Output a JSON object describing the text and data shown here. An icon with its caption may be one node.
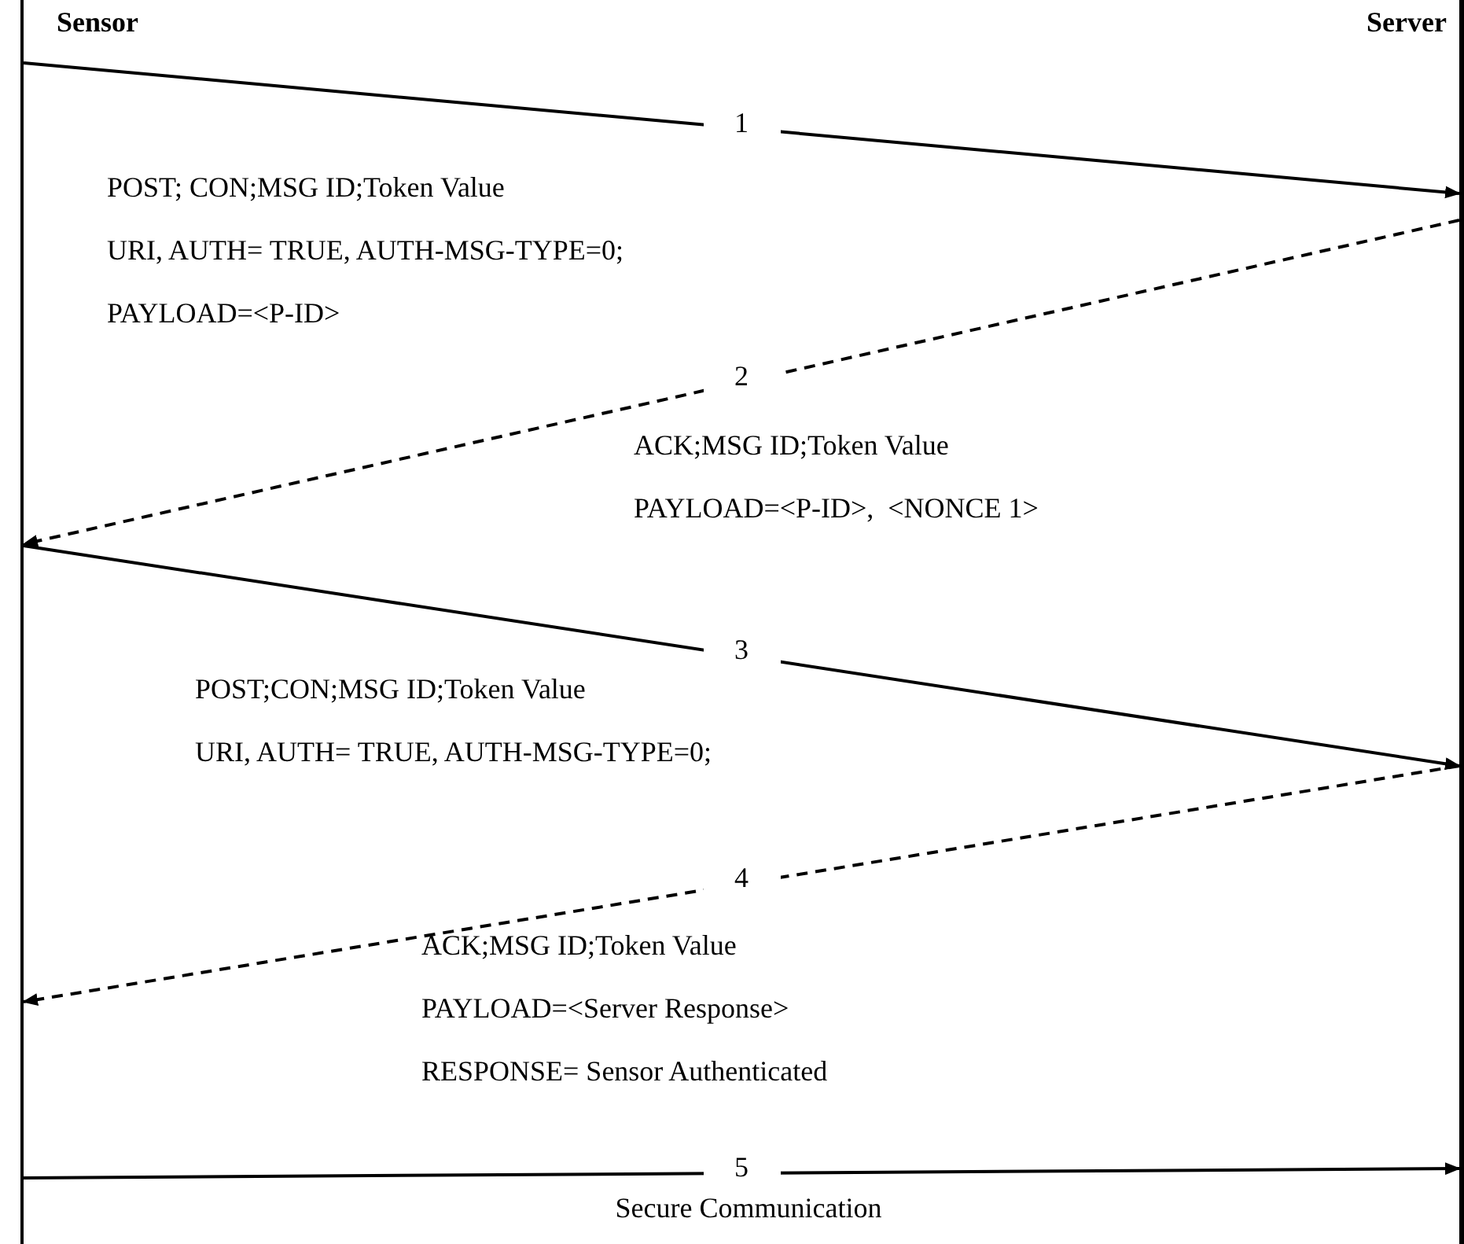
{
  "diagram": {
    "nodes": [
      {
        "text": [
          "Sensor"
        ]
      },
      {
        "text": [
          "Server"
        ]
      },
      {
        "text": [],
        "shape": "bar"
      },
      {
        "text": [],
        "shape": "bar"
      }
    ],
    "edges": [
      {
        "from": 2,
        "to": 3,
        "arrow": "to",
        "label": "1"
      },
      {
        "from": 3,
        "to": 2,
        "arrow": "to",
        "label": "2",
        "style": "dashed"
      },
      {
        "from": 2,
        "to": 3,
        "arrow": "to",
        "label": "3"
      },
      {
        "from": 3,
        "to": 2,
        "arrow": "to",
        "label": "4",
        "style": "dashed"
      },
      {
        "from": 2,
        "to": 3,
        "arrow": "to",
        "label": "5"
      }
    ],
    "labels": [
      "POST; CON;MSG ID;Token Value",
      "URI, AUTH= TRUE, AUTH-MSG-TYPE=0;",
      "PAYLOAD=<P-ID>",
      "ACK;MSG ID;Token Value",
      "PAYLOAD=<P-ID>,  <NONCE 1>",
      "POST;CON;MSG ID;Token Value",
      "URI, AUTH= TRUE, AUTH-MSG-TYPE=0;",
      "ACK;MSG ID;Token Value",
      "PAYLOAD=<Server Response>",
      "RESPONSE= Sensor Authenticated",
      "Secure Communication"
    ]
  }
}
